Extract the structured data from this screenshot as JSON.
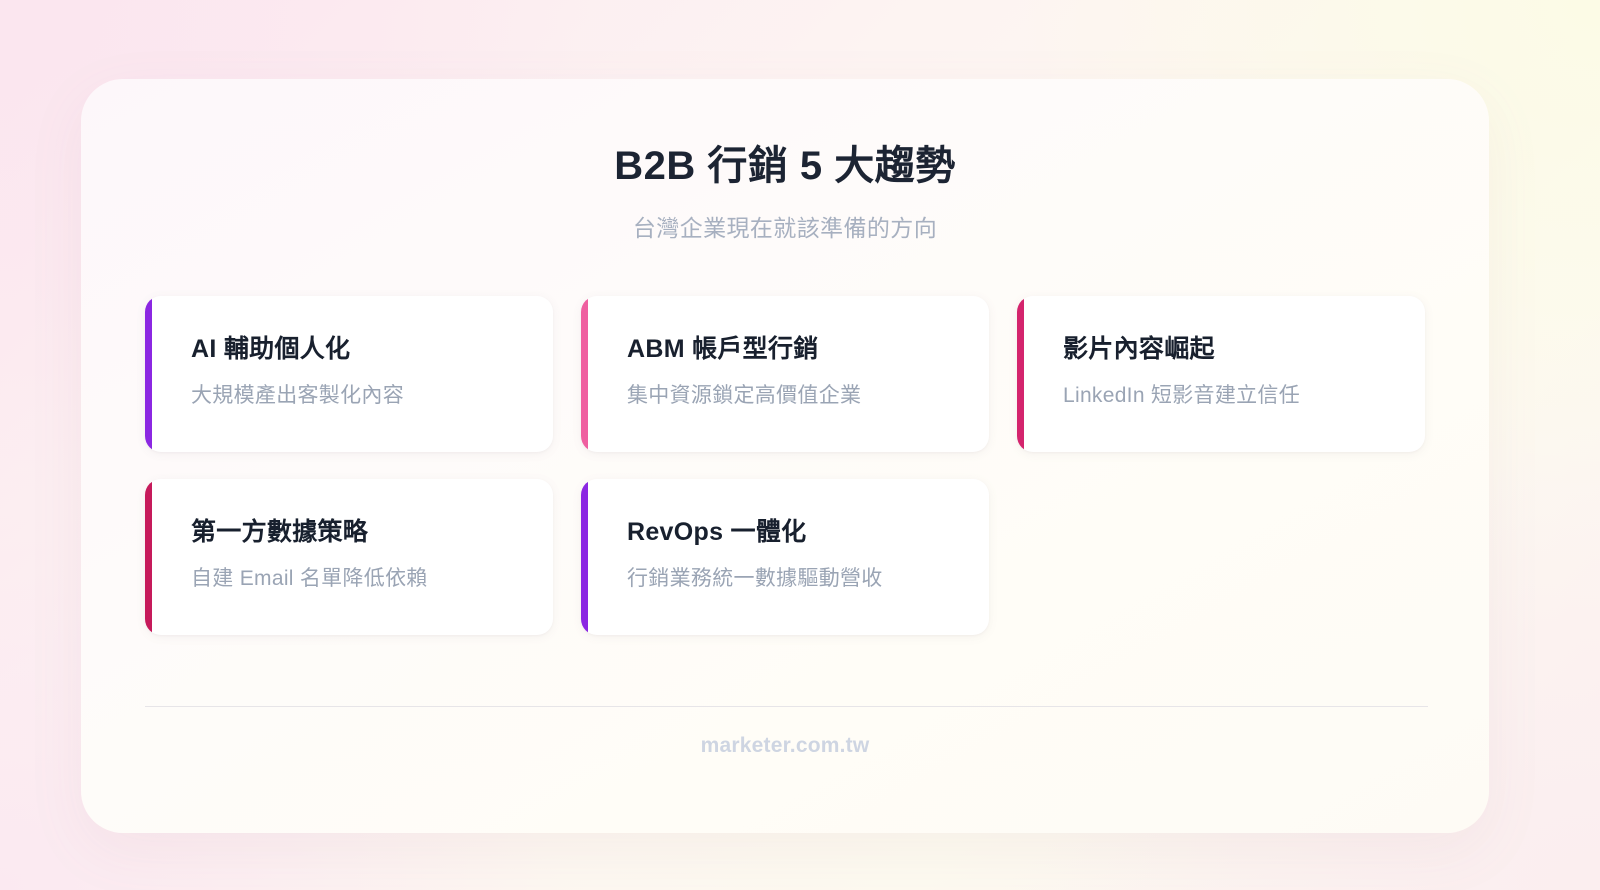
{
  "header": {
    "title": "B2B 行銷 5 大趨勢",
    "subtitle": "台灣企業現在就該準備的方向"
  },
  "cards": [
    {
      "title": "AI 輔助個人化",
      "desc": "大規模產出客製化內容",
      "accent": "#8b27e2"
    },
    {
      "title": "ABM 帳戶型行銷",
      "desc": "集中資源鎖定高價值企業",
      "accent": "#ef5fa0"
    },
    {
      "title": "影片內容崛起",
      "desc": "LinkedIn 短影音建立信任",
      "accent": "#d4246d"
    },
    {
      "title": "第一方數據策略",
      "desc": "自建 Email 名單降低依賴",
      "accent": "#c61a5b"
    },
    {
      "title": "RevOps 一體化",
      "desc": "行銷業務統一數據驅動營收",
      "accent": "#8b27e2"
    }
  ],
  "footer": {
    "site": "marketer.com.tw"
  },
  "theme": {
    "title_color": "#1c2433",
    "subtitle_color": "#a7b0c0",
    "card_title_color": "#18202e",
    "card_desc_color": "#9aa4b4",
    "footer_color": "#ced5e2",
    "divider_color": "#e7e5e8",
    "panel_bg": "#fdfaf8"
  }
}
